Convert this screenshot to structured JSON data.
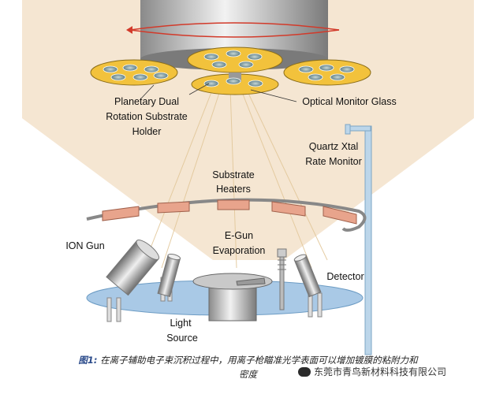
{
  "labels": {
    "planetary": [
      "Planetary Dual",
      "Rotation Substrate",
      "Holder"
    ],
    "optical_monitor": "Optical Monitor Glass",
    "quartz": [
      "Quartz Xtal",
      "Rate Monitor"
    ],
    "substrate_heaters": [
      "Substrate",
      "Heaters"
    ],
    "ion_gun": "ION Gun",
    "egun": [
      "E-Gun",
      "Evaporation"
    ],
    "detector": "Detector",
    "light_source": [
      "Light",
      "Source"
    ]
  },
  "caption": {
    "figure_label": "图1:",
    "text": "在离子辅助电子束沉积过程中，用离子枪瞄准光学表面可以增加镀膜的粘附力和",
    "text_line2": "密度"
  },
  "watermark": "东莞市青鸟新材料科技有限公司",
  "colors": {
    "chamber": "#f5e6d2",
    "holder_gold": "#f2c23c",
    "heater": "#e8a48c",
    "stage_blue": "#a9c9e6",
    "caption_label": "#2a4a8a"
  }
}
